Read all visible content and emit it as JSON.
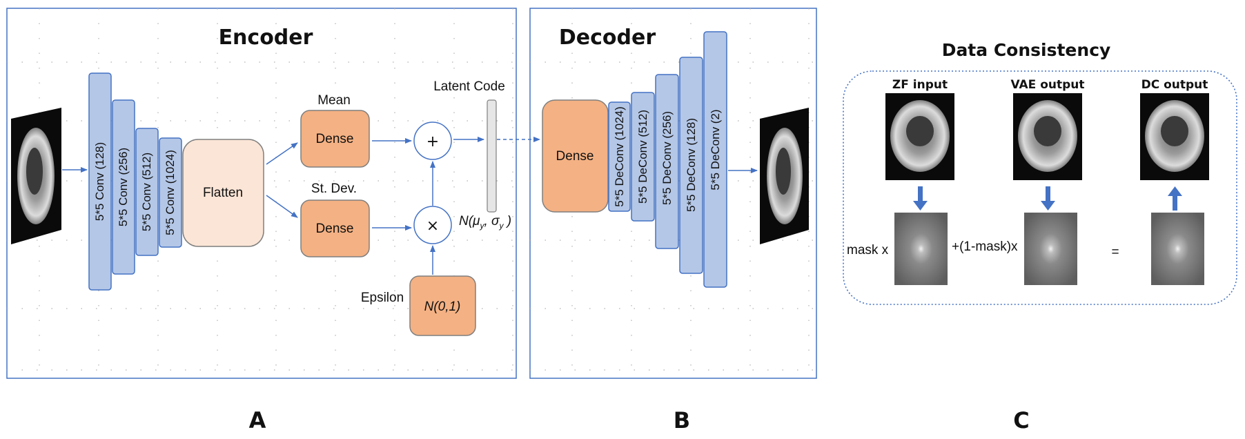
{
  "panels": {
    "encoder_title": "Encoder",
    "decoder_title": "Decoder",
    "dc_title": "Data Consistency",
    "letter_a": "A",
    "letter_b": "B",
    "letter_c": "C"
  },
  "encoder": {
    "conv_layers": [
      "5*5 Conv (128)",
      "5*5 Conv (256)",
      "5*5 Conv (512)",
      "5*5 Conv (1024)"
    ],
    "flatten": "Flatten",
    "mean_label": "Mean",
    "stdev_label": "St. Dev.",
    "dense_label": "Dense",
    "latent_label": "Latent Code",
    "plus": "+",
    "times": "×",
    "epsilon_label": "Epsilon",
    "noise_label": "N(0,1)",
    "dist_label": "N(μ",
    "dist_sub_mu": "y",
    "dist_sep": ", σ",
    "dist_sub_sigma": "y",
    "dist_close": " )"
  },
  "decoder": {
    "dense_label": "Dense",
    "deconv_layers": [
      "5*5 DeConv (1024)",
      "5*5 DeConv (512)",
      "5*5 DeConv (256)",
      "5*5 DeConv (128)",
      "5*5 DeConv (2)"
    ]
  },
  "dc": {
    "zf_label": "ZF input",
    "vae_label": "VAE output",
    "dc_label": "DC output",
    "mask_label": "mask x",
    "inv_mask_label": "+(1-mask)x",
    "equals_label": "="
  },
  "colors": {
    "conv_fill": "#b4c7e7",
    "dense_fill": "#f4b183",
    "flatten_fill": "#fbe5d6",
    "arrow": "#4472c4"
  }
}
